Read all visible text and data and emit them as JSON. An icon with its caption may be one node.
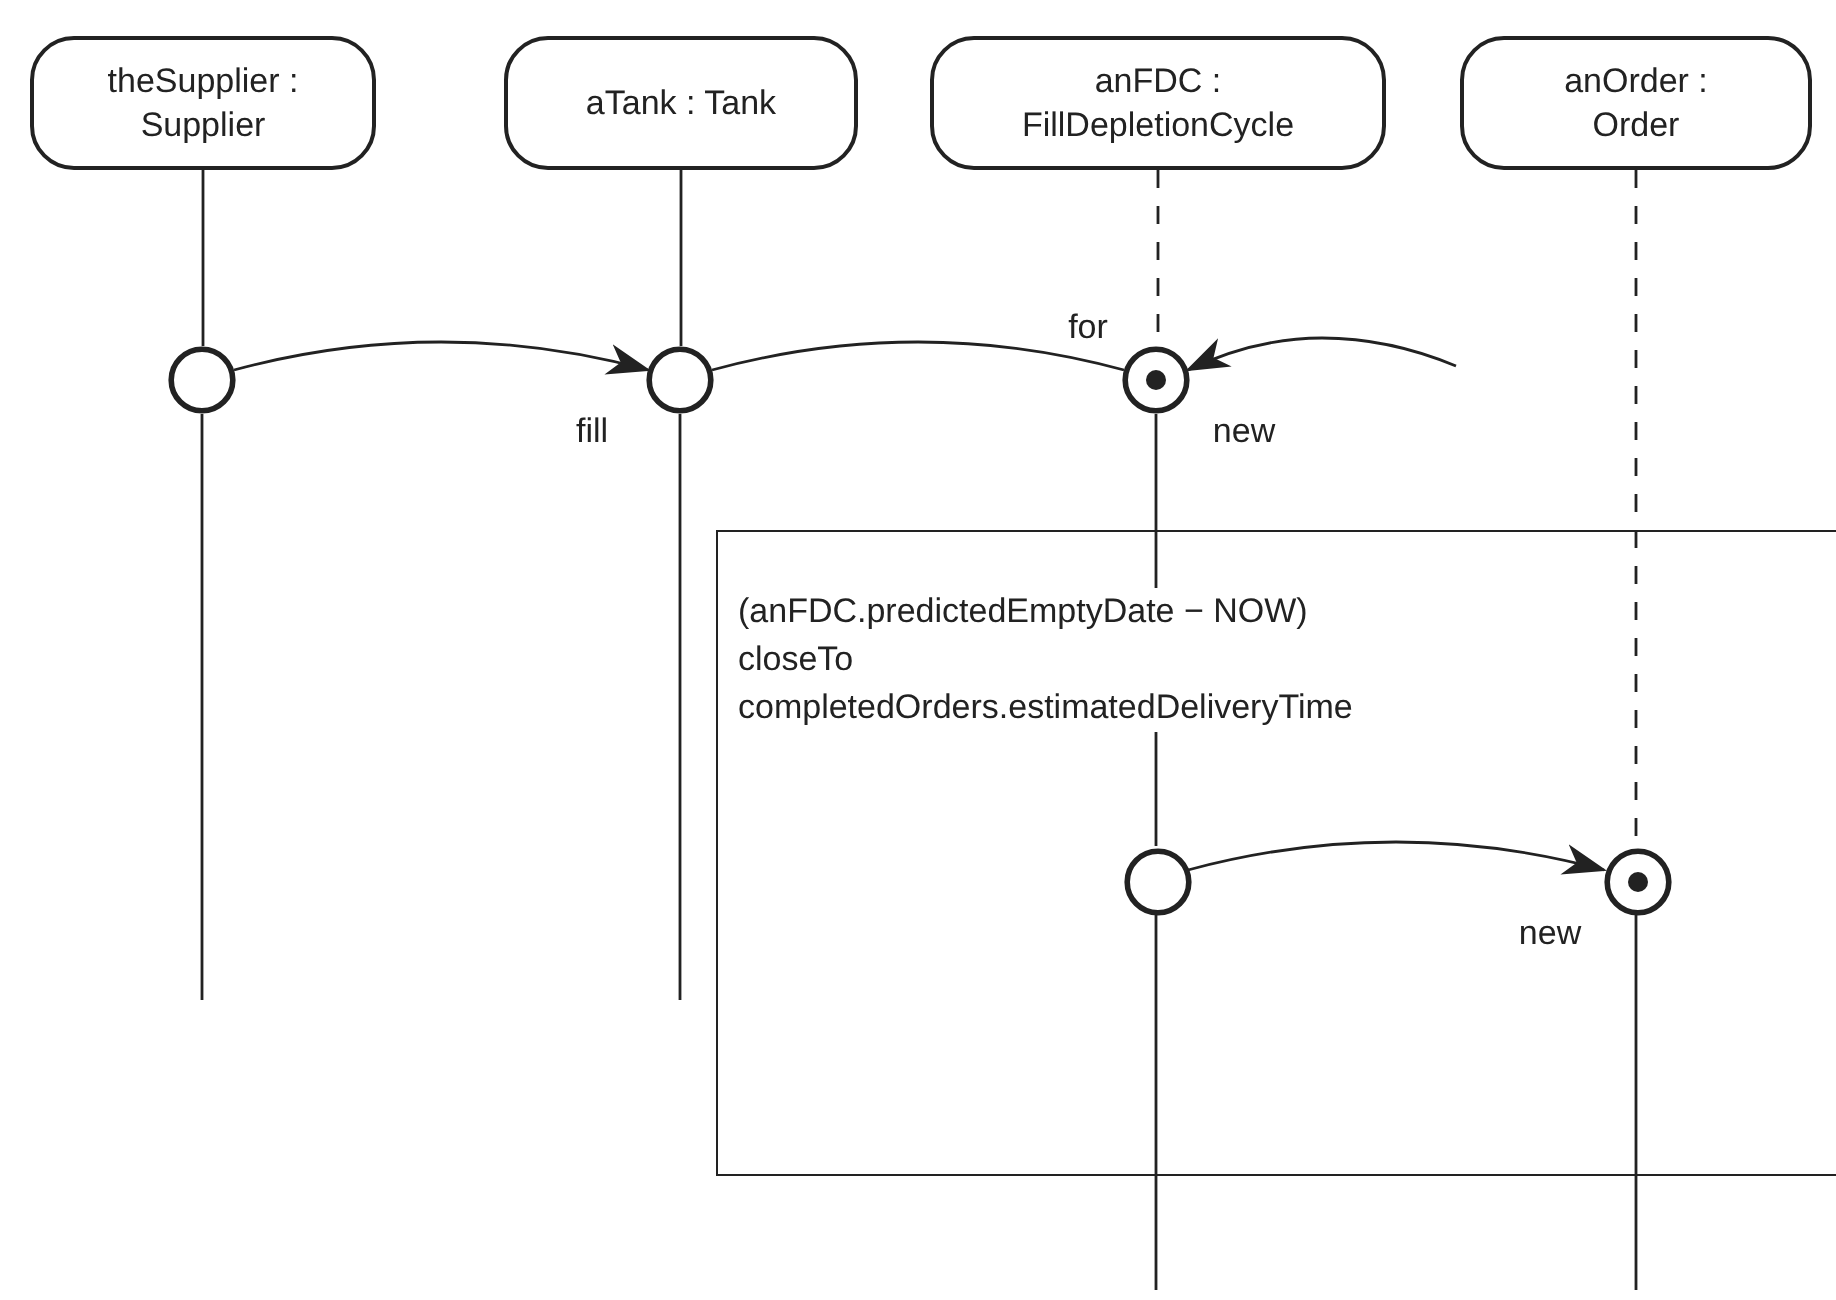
{
  "diagram": {
    "nodes": [
      {
        "text": [
          "theSupplier : Supplier"
        ]
      },
      {
        "text": [
          "aTank : Tank"
        ]
      },
      {
        "text": [
          "anFDC : FillDepletionCycle"
        ]
      },
      {
        "text": [
          "anOrder : Order"
        ]
      },
      {
        "text": [],
        "shape": "circle"
      },
      {
        "text": [],
        "shape": "circle",
        "beside": [
          "fill"
        ]
      },
      {
        "text": [],
        "shape": "circle",
        "beside": [
          "for",
          "new"
        ]
      },
      {
        "text": [
          "(anFDC.predictedEmptyDate − NOW) closeTo completedOrders.estimatedDeliveryTime"
        ]
      },
      {
        "text": [],
        "shape": "circle",
        "in": 7
      },
      {
        "text": [],
        "shape": "circle",
        "in": 7,
        "beside": [
          "new"
        ]
      }
    ],
    "edges": [
      {
        "from": 0,
        "to": 4,
        "arrow": "none"
      },
      {
        "from": 4,
        "to": null,
        "arrow": "none"
      },
      {
        "from": 1,
        "to": 5,
        "arrow": "none"
      },
      {
        "from": 5,
        "to": null,
        "arrow": "none"
      },
      {
        "from": 2,
        "to": 6,
        "arrow": "none",
        "style": "dashed"
      },
      {
        "from": 6,
        "to": 8,
        "arrow": "none"
      },
      {
        "from": 8,
        "to": null,
        "arrow": "none"
      },
      {
        "from": 3,
        "to": 9,
        "arrow": "none",
        "style": "dashed"
      },
      {
        "from": 9,
        "to": null,
        "arrow": "none"
      },
      {
        "from": 4,
        "to": 5,
        "arrow": "to"
      },
      {
        "from": 5,
        "to": 6,
        "arrow": "none"
      },
      {
        "from": null,
        "to": 6,
        "arrow": "to"
      },
      {
        "from": 8,
        "to": 9,
        "arrow": "to"
      }
    ]
  }
}
